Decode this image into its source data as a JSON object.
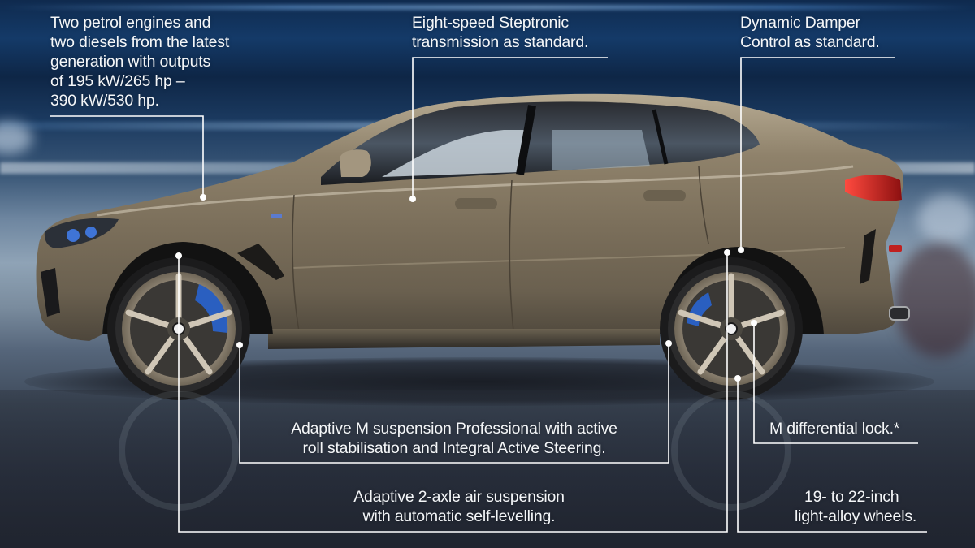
{
  "infographic": {
    "subject": "BMW X6 side profile with feature callouts",
    "callouts": [
      {
        "id": "engines",
        "lines": [
          "Two petrol engines and",
          "two diesels from the latest",
          "generation with outputs",
          "of 195 kW/265 hp –",
          "390 kW/530 hp."
        ]
      },
      {
        "id": "transmission",
        "lines": [
          "Eight-speed Steptronic",
          "transmission as standard."
        ]
      },
      {
        "id": "damper",
        "lines": [
          "Dynamic Damper",
          "Control as standard."
        ]
      },
      {
        "id": "m-suspension",
        "lines": [
          "Adaptive M suspension Professional with active",
          "roll stabilisation and Integral Active Steering."
        ]
      },
      {
        "id": "air-suspension",
        "lines": [
          "Adaptive 2-axle air suspension",
          "with automatic self-levelling."
        ]
      },
      {
        "id": "diff-lock",
        "lines": [
          "M differential lock.*"
        ]
      },
      {
        "id": "wheels",
        "lines": [
          "19- to 22-inch",
          "light-alloy wheels."
        ]
      }
    ],
    "colors": {
      "text": "#f4f6f8",
      "leader_line": "#ffffff",
      "car_paint": "#8a7c66",
      "brake_caliper": "#2a5fc0",
      "tail_light": "#d0282a",
      "background_top": "#0f2a4e",
      "background_floor": "#2b3340"
    }
  }
}
